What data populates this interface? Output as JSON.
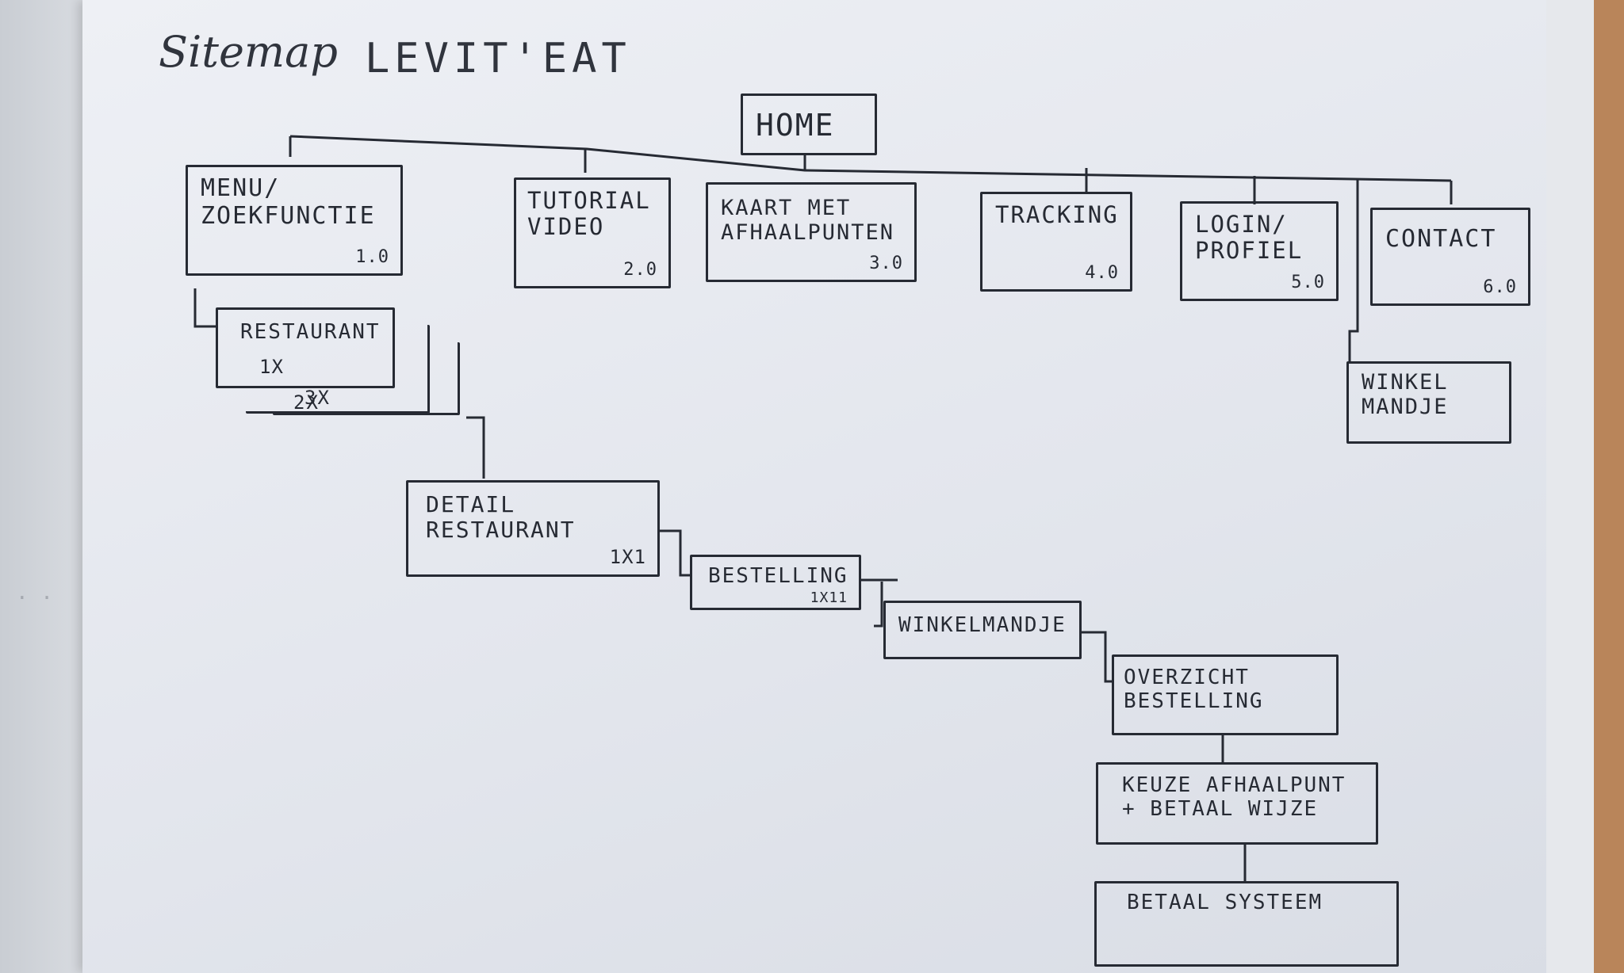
{
  "title": {
    "prefix": "Sitemap",
    "app_name": "LEVIT'EAT"
  },
  "nodes": {
    "home": {
      "label": "HOME"
    },
    "menu": {
      "label": "MENU/ ZOEKFUNCTIE",
      "number": "1.0"
    },
    "tutorial": {
      "label": "TUTORIAL VIDEO",
      "number": "2.0"
    },
    "kaart": {
      "label": "KAART MET AFHAALPUNTEN",
      "number": "3.0"
    },
    "tracking": {
      "label": "TRACKING",
      "number": "4.0"
    },
    "login": {
      "label": "LOGIN/ PROFIEL",
      "number": "5.0"
    },
    "contact": {
      "label": "CONTACT",
      "number": "6.0"
    },
    "winkelmandje_top": {
      "label": "WINKEL MANDJE"
    },
    "restaurant": {
      "label": "RESTAURANT",
      "number": "1X",
      "copies": [
        "2x",
        "3x"
      ]
    },
    "detail": {
      "label": "DETAIL RESTAURANT",
      "number": "1x1"
    },
    "bestelling": {
      "label": "BESTELLING",
      "number": "1x11"
    },
    "winkelmandje": {
      "label": "WINKELMANDJE"
    },
    "overzicht": {
      "label": "OVERZICHT BESTELLING"
    },
    "keuze": {
      "label": "KEUZE AFHAALPUNT + BETAAL WIJZE"
    },
    "betaal": {
      "label": "BETAAL SYSTEEM"
    }
  },
  "colors": {
    "ink": "#262a33",
    "paper": "#e8ebf1",
    "desk": "#b9855a"
  }
}
